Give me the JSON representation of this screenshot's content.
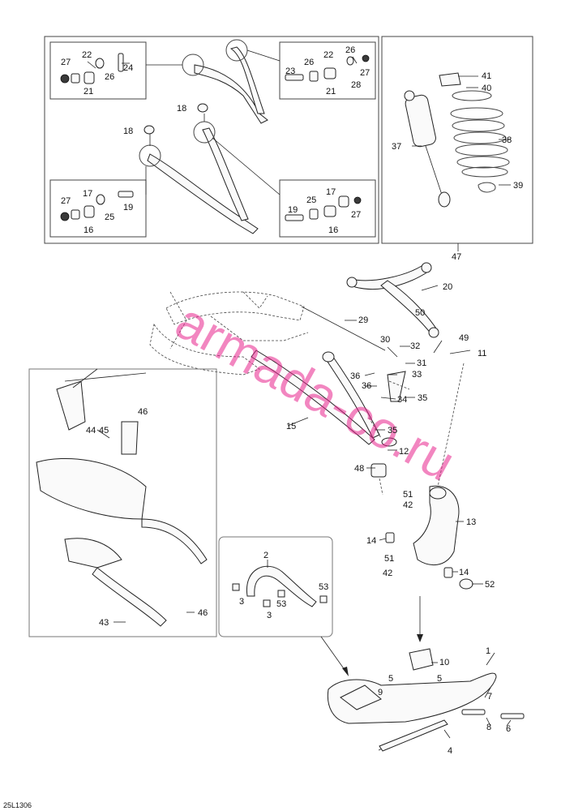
{
  "reference_code": "25L1306",
  "watermark": "armada-co.ru",
  "labels": {
    "l1": "1",
    "l2": "2",
    "l3a": "3",
    "l3b": "3",
    "l4": "4",
    "l5a": "5",
    "l5b": "5",
    "l6": "6",
    "l7": "7",
    "l8": "8",
    "l9": "9",
    "l10": "10",
    "l11": "11",
    "l12": "12",
    "l13": "13",
    "l14a": "14",
    "l14b": "14",
    "l15": "15",
    "l16a": "16",
    "l16b": "16",
    "l17a": "17",
    "l17b": "17",
    "l18a": "18",
    "l18b": "18",
    "l19a": "19",
    "l19b": "19",
    "l20": "20",
    "l21a": "21",
    "l21b": "21",
    "l22a": "22",
    "l22b": "22",
    "l23": "23",
    "l24": "24",
    "l25a": "25",
    "l25b": "25",
    "l26a": "26",
    "l26b": "26",
    "l26c": "26",
    "l27a": "27",
    "l27b": "27",
    "l27c": "27",
    "l27d": "27",
    "l28": "28",
    "l29": "29",
    "l30": "30",
    "l31": "31",
    "l32": "32",
    "l33": "33",
    "l34": "34",
    "l35a": "35",
    "l35b": "35",
    "l36a": "36",
    "l36b": "36",
    "l37": "37",
    "l38": "38",
    "l39": "39",
    "l40": "40",
    "l41": "41",
    "l42a": "42",
    "l42b": "42",
    "l43": "43",
    "l44": "44",
    "l45": "45",
    "l46a": "46",
    "l46b": "46",
    "l47": "47",
    "l48": "48",
    "l49": "49",
    "l50": "50",
    "l51a": "51",
    "l51b": "51",
    "l52": "52",
    "l53a": "53",
    "l53b": "53"
  }
}
